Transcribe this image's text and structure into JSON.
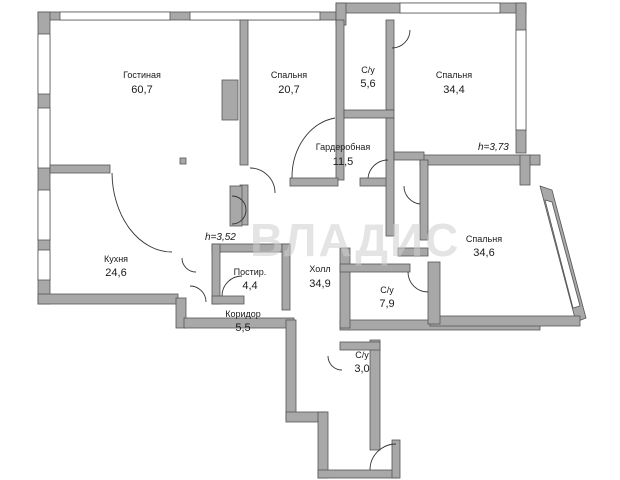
{
  "watermark": "ВЛАДИС",
  "ceiling_heights": [
    "h=3,52",
    "h=3,73"
  ],
  "rooms": [
    {
      "id": "living",
      "name": "Гостиная",
      "area": "60,7"
    },
    {
      "id": "bedroom1",
      "name": "Спальня",
      "area": "20,7"
    },
    {
      "id": "wc1",
      "name": "С/у",
      "area": "5,6"
    },
    {
      "id": "bedroom2",
      "name": "Спальня",
      "area": "34,4"
    },
    {
      "id": "wardrobe",
      "name": "Гардеробная",
      "area": "11,5"
    },
    {
      "id": "kitchen",
      "name": "Кухня",
      "area": "24,6"
    },
    {
      "id": "storage",
      "name": "Постир.",
      "area": "4,4"
    },
    {
      "id": "hall",
      "name": "Холл",
      "area": "34,9"
    },
    {
      "id": "wc2",
      "name": "С/у",
      "area": "7,9"
    },
    {
      "id": "bedroom3",
      "name": "Спальня",
      "area": "34,6"
    },
    {
      "id": "corridor",
      "name": "Коридор",
      "area": "5,5"
    },
    {
      "id": "wc3",
      "name": "С/у",
      "area": "3,0"
    }
  ],
  "colors": {
    "wall": "#a8a8a8",
    "wall_edge": "#555555",
    "line": "#333333"
  }
}
